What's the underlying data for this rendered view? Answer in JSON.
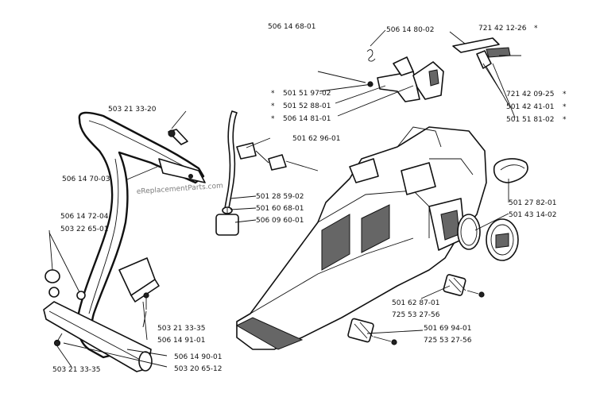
{
  "watermark": "eReplacementParts.com",
  "labels": {
    "p1": "506 14 68-01",
    "p2": "506 14 80-02",
    "p3": "721 42 12-26",
    "p3_mark": "*",
    "p4": "501 51 97-02",
    "p4_mark": "*",
    "p5": "501 52 88-01",
    "p5_mark": "*",
    "p6": "506 14 81-01",
    "p6_mark": "*",
    "p7": "721 42 09-25",
    "p7_mark": "*",
    "p8": "501 42 41-01",
    "p8_mark": "*",
    "p9": "501 51 81-02",
    "p9_mark": "*",
    "p10": "503 21 33-20",
    "p11": "501 62 96-01",
    "p12": "506 14 70-03",
    "p13": "501 28 59-02",
    "p14": "501 60 68-01",
    "p15": "506 09 60-01",
    "p16": "501 27 82-01",
    "p17": "501 43 14-02",
    "p18": "506 14 72-04",
    "p19": "503 22 65-01",
    "p20": "501 62 87-01",
    "p21": "725 53 27-56",
    "p22": "503 21 33-35",
    "p23": "506 14 91-01",
    "p24": "501 69 94-01",
    "p25": "725 53 27-56",
    "p26": "506 14 90-01",
    "p27": "503 21 33-35",
    "p28": "503 20 65-12"
  }
}
